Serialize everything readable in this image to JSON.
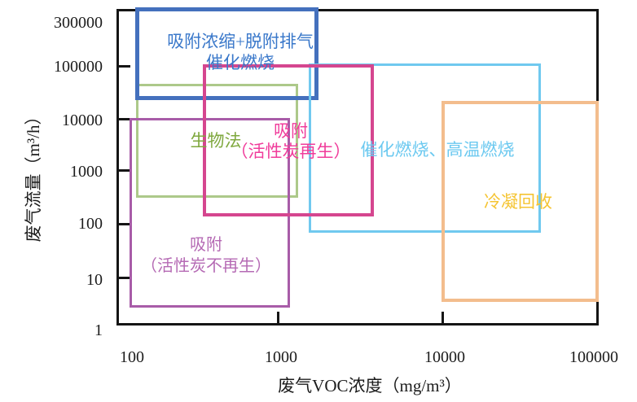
{
  "axes": {
    "x": {
      "title": "废气VOC浓度（mg/m³）",
      "scale": "log",
      "tick_labels": [
        "100",
        "1000",
        "10000",
        "100000"
      ]
    },
    "y": {
      "title": "废气流量（m³/h）",
      "scale": "log",
      "tick_labels": [
        "300000",
        "100000",
        "10000",
        "1000",
        "100",
        "10",
        "1"
      ]
    }
  },
  "labels": {
    "blue_line1": "吸附浓缩+脱附排气",
    "blue_line2": "催化燃烧",
    "green": "生物法",
    "pink_line1": "吸附",
    "pink_line2": "（活性炭再生）",
    "cyan": "催化燃烧、高温燃烧",
    "orange": "冷凝回收",
    "purple_line1": "吸附",
    "purple_line2": "（活性炭不再生）"
  },
  "chart_data": {
    "type": "region-boxes-log-log",
    "title": "",
    "xlabel": "废气VOC浓度（mg/m³）",
    "ylabel": "废气流量（m³/h）",
    "x_scale": "log",
    "y_scale": "log",
    "xlim": [
      100,
      100000
    ],
    "ylim": [
      1,
      300000
    ],
    "grid": false,
    "legend": "labels drawn inside/near each region box",
    "regions": [
      {
        "label": "吸附浓缩+脱附排气催化燃烧",
        "x_range_mg_per_m3": [
          100,
          1700
        ],
        "y_range_m3_per_h": [
          22000,
          300000
        ],
        "box_color": "#4470BD",
        "text_color": "#3A78CA"
      },
      {
        "label": "生物法",
        "x_range_mg_per_m3": [
          100,
          1200
        ],
        "y_range_m3_per_h": [
          300,
          40000
        ],
        "box_color": "#ADC98A",
        "text_color": "#7FA83E"
      },
      {
        "label": "吸附（活性炭不再生）",
        "x_range_mg_per_m3": [
          100,
          1100
        ],
        "y_range_m3_per_h": [
          3,
          10000
        ],
        "box_color": "#A85CA8",
        "text_color": "#B56AB4"
      },
      {
        "label": "吸附（活性炭再生）",
        "x_range_mg_per_m3": [
          300,
          3600
        ],
        "y_range_m3_per_h": [
          140,
          100000
        ],
        "box_color": "#D5468F",
        "text_color": "#F03C9B"
      },
      {
        "label": "催化燃烧、高温燃烧",
        "x_range_mg_per_m3": [
          1500,
          40000
        ],
        "y_range_m3_per_h": [
          70,
          100000
        ],
        "box_color": "#70C9EF",
        "text_color": "#6CC9F0"
      },
      {
        "label": "冷凝回收",
        "x_range_mg_per_m3": [
          10000,
          100000
        ],
        "y_range_m3_per_h": [
          3,
          20000
        ],
        "box_color": "#F3BD8D",
        "text_color": "#F5C432"
      }
    ]
  }
}
